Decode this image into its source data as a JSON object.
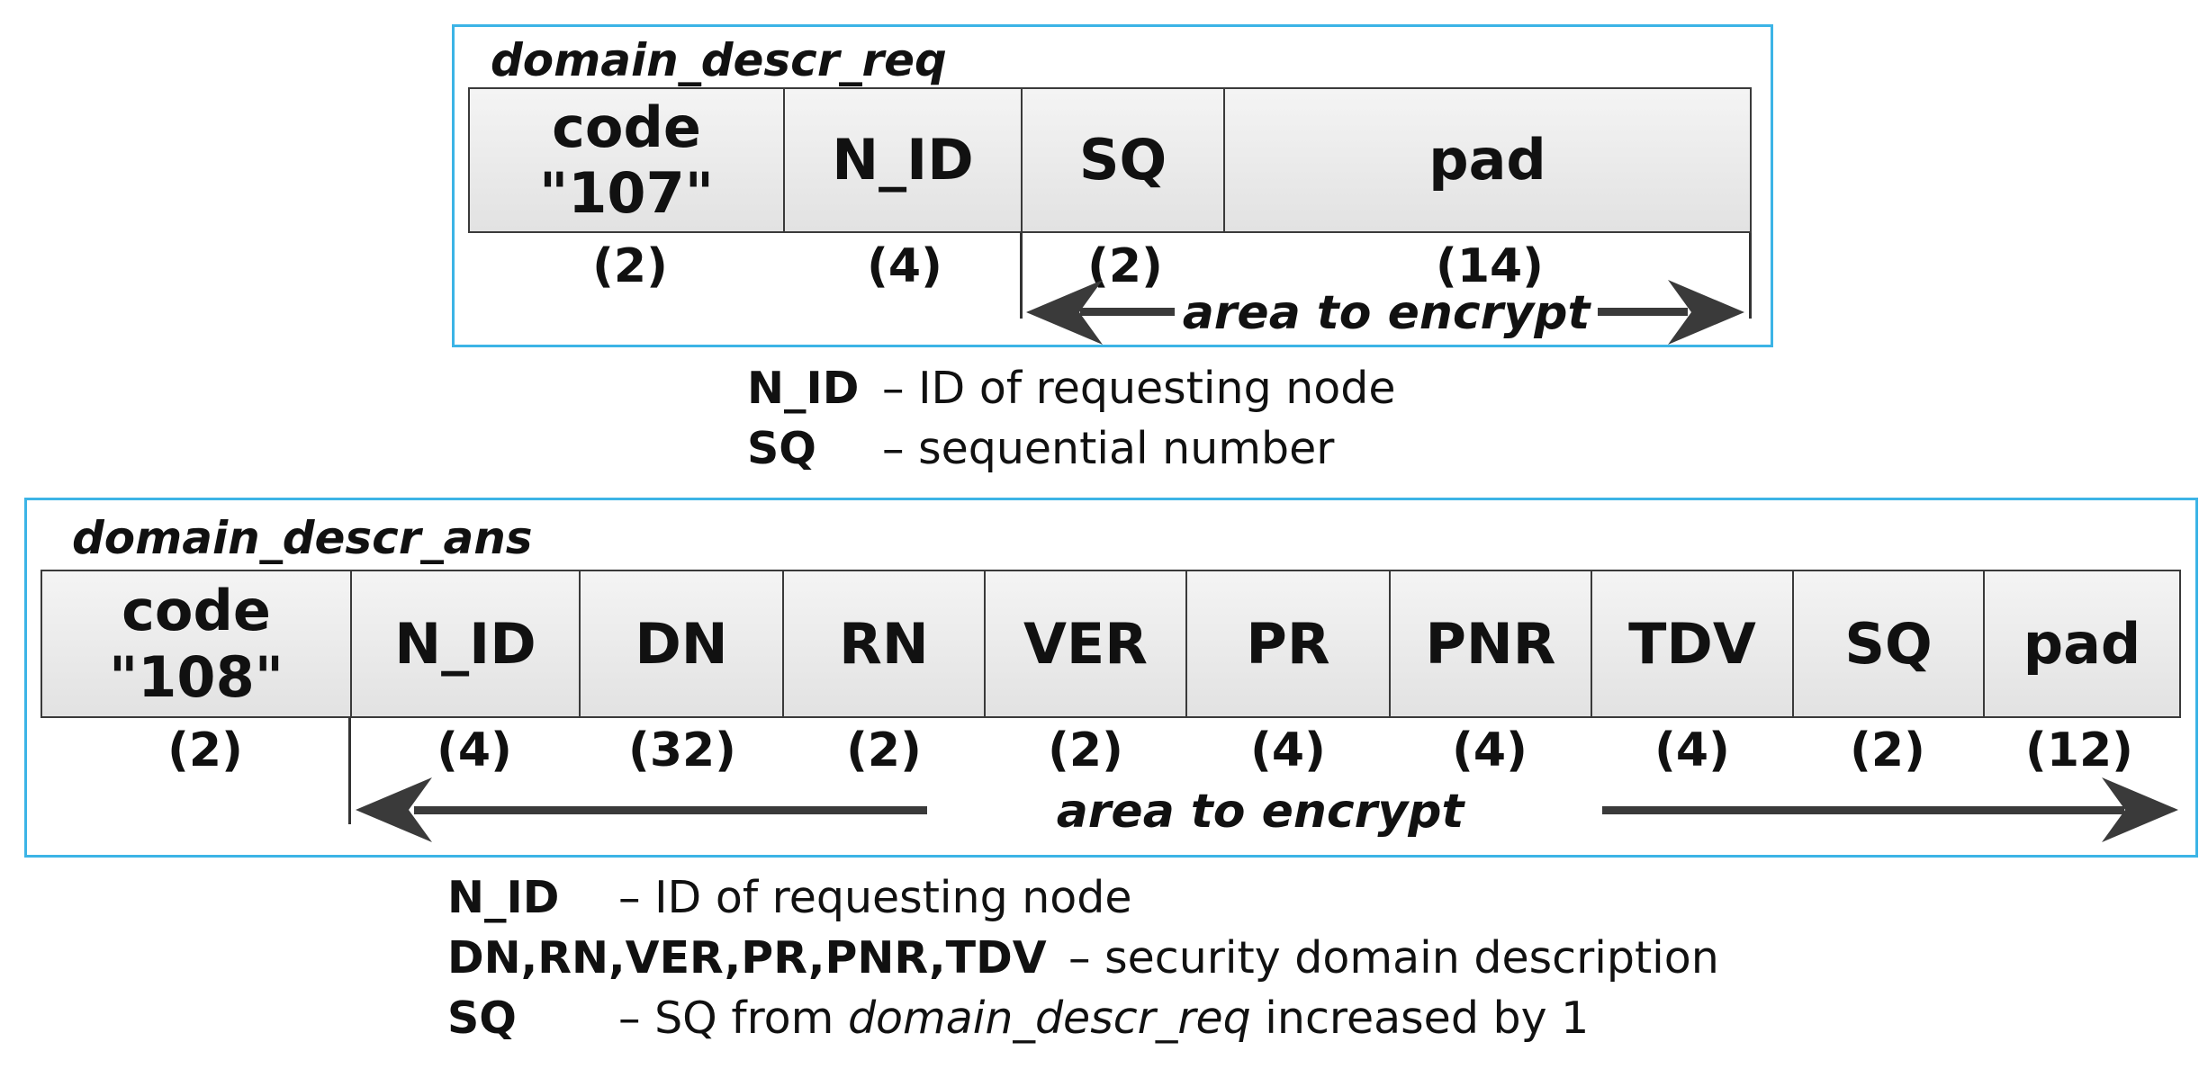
{
  "req": {
    "title": "domain_descr_req",
    "fields": [
      {
        "label": "code\n\"107\"",
        "size": "(2)"
      },
      {
        "label": "N_ID",
        "size": "(4)"
      },
      {
        "label": "SQ",
        "size": "(2)"
      },
      {
        "label": "pad",
        "size": "(14)"
      }
    ],
    "encrypt_label": "area to encrypt",
    "legend": [
      {
        "term": "N_ID",
        "desc": "– ID of requesting node"
      },
      {
        "term": "SQ",
        "desc": "– sequential number"
      }
    ]
  },
  "ans": {
    "title": "domain_descr_ans",
    "fields": [
      {
        "label": "code\n\"108\"",
        "size": "(2)"
      },
      {
        "label": "N_ID",
        "size": "(4)"
      },
      {
        "label": "DN",
        "size": "(32)"
      },
      {
        "label": "RN",
        "size": "(2)"
      },
      {
        "label": "VER",
        "size": "(2)"
      },
      {
        "label": "PR",
        "size": "(4)"
      },
      {
        "label": "PNR",
        "size": "(4)"
      },
      {
        "label": "TDV",
        "size": "(4)"
      },
      {
        "label": "SQ",
        "size": "(2)"
      },
      {
        "label": "pad",
        "size": "(12)"
      }
    ],
    "encrypt_label": "area to encrypt",
    "legend": [
      {
        "term": "N_ID",
        "desc": "– ID of requesting node"
      },
      {
        "term": "DN,RN,VER,PR,PNR,TDV",
        "desc": "– security domain description"
      },
      {
        "term": "SQ",
        "desc_pre": "– SQ from ",
        "desc_em": "domain_descr_req",
        "desc_post": " increased by 1"
      }
    ]
  },
  "colors": {
    "frame": "#3cb4e6",
    "field_fill": "#e8e8e8",
    "arrow": "#3a3a3a"
  }
}
